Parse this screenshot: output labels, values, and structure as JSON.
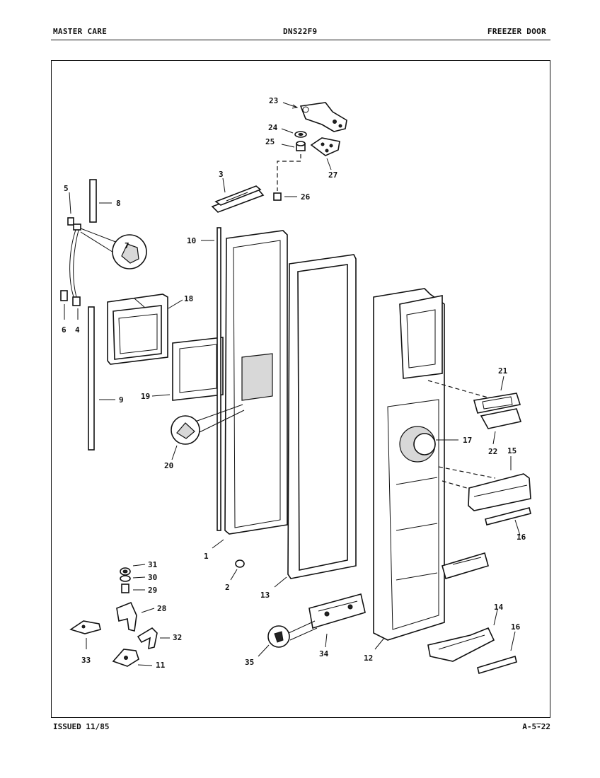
{
  "header": {
    "left": "MASTER CARE",
    "center": "DNS22F9",
    "right": "FREEZER DOOR"
  },
  "footer": {
    "left": "ISSUED 11/85",
    "right": "A-5̅-22"
  },
  "callouts": {
    "p1": "1",
    "p2": "2",
    "p3": "3",
    "p4": "4",
    "p5": "5",
    "p6": "6",
    "p7": "7",
    "p8": "8",
    "p9": "9",
    "p10": "10",
    "p11": "11",
    "p12": "12",
    "p13": "13",
    "p14": "14",
    "p15": "15",
    "p16a": "16",
    "p16b": "16",
    "p17": "17",
    "p18": "18",
    "p19": "19",
    "p20": "20",
    "p21": "21",
    "p22": "22",
    "p23": "23",
    "p24": "24",
    "p25": "25",
    "p26": "26",
    "p27": "27",
    "p28": "28",
    "p29": "29",
    "p30": "30",
    "p31": "31",
    "p32": "32",
    "p33": "33",
    "p34": "34",
    "p35": "35"
  }
}
